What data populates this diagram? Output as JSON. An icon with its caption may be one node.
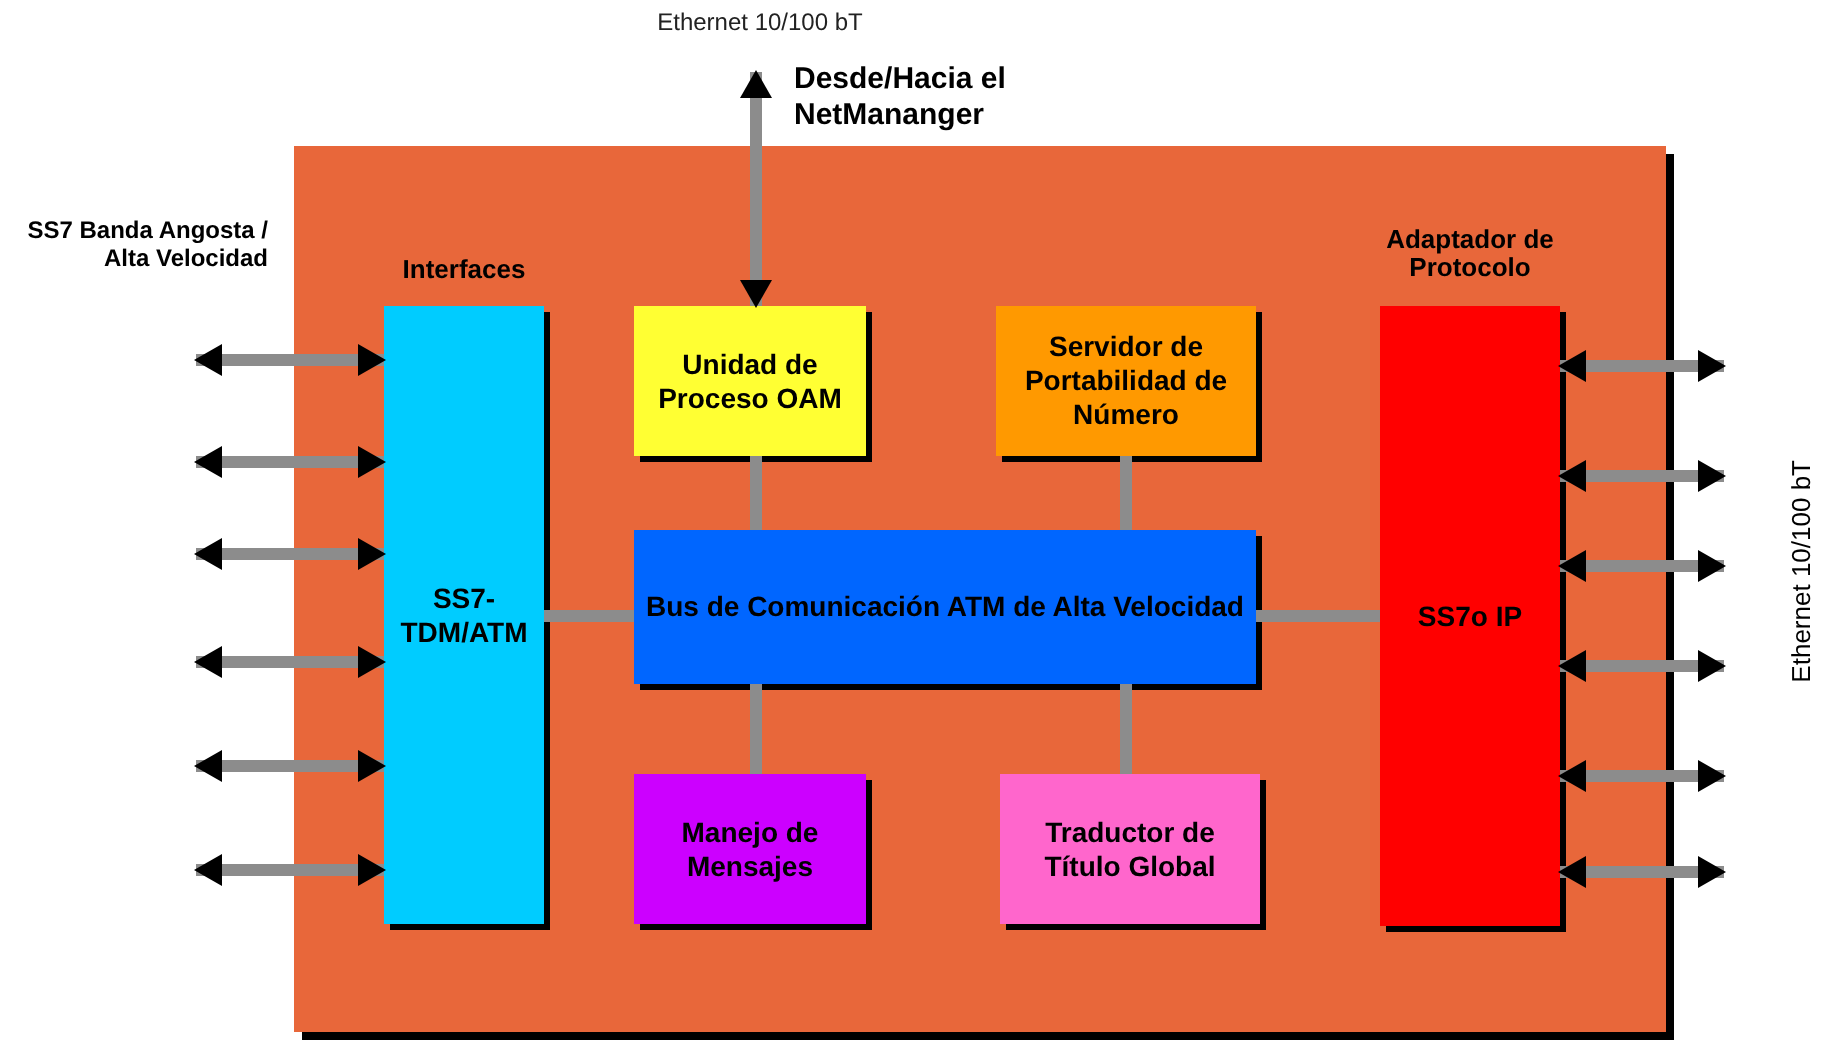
{
  "diagram": {
    "nodes": [
      {
        "text": [],
        "shape": "box"
      },
      {
        "text": [
          "Interfaces",
          "SS7-TDM/ATM"
        ],
        "in": 0
      },
      {
        "text": [
          "Unidad de Proceso OAM"
        ],
        "in": 0
      },
      {
        "text": [
          "Servidor de Portabilidad de Número"
        ],
        "in": 0
      },
      {
        "text": [
          "Adaptador de Protocolo",
          "SS7o IP"
        ],
        "in": 0
      },
      {
        "text": [
          "Bus de Comunicación ATM de Alta Velocidad"
        ],
        "in": 0
      },
      {
        "text": [
          "Manejo de Mensajes"
        ],
        "in": 0
      },
      {
        "text": [
          "Traductor de Título Global"
        ],
        "in": 0
      }
    ],
    "edges": [
      {
        "from": null,
        "to": 1,
        "arrow": "both"
      },
      {
        "from": null,
        "to": 1,
        "arrow": "both"
      },
      {
        "from": null,
        "to": 1,
        "arrow": "both"
      },
      {
        "from": null,
        "to": 1,
        "arrow": "both"
      },
      {
        "from": null,
        "to": 1,
        "arrow": "both"
      },
      {
        "from": null,
        "to": 1,
        "arrow": "both"
      },
      {
        "from": 2,
        "to": null,
        "arrow": "both"
      },
      {
        "from": 1,
        "to": 5,
        "arrow": "none"
      },
      {
        "from": 2,
        "to": 5,
        "arrow": "none"
      },
      {
        "from": 3,
        "to": 5,
        "arrow": "none"
      },
      {
        "from": 5,
        "to": 4,
        "arrow": "none"
      },
      {
        "from": 5,
        "to": 6,
        "arrow": "none"
      },
      {
        "from": 5,
        "to": 7,
        "arrow": "none"
      },
      {
        "from": 4,
        "to": null,
        "arrow": "both"
      },
      {
        "from": 4,
        "to": null,
        "arrow": "both"
      },
      {
        "from": 4,
        "to": null,
        "arrow": "both"
      },
      {
        "from": 4,
        "to": null,
        "arrow": "both"
      },
      {
        "from": 4,
        "to": null,
        "arrow": "both"
      },
      {
        "from": 4,
        "to": null,
        "arrow": "both"
      }
    ],
    "labels": [
      "Ethernet 10/100 bT",
      "Desde/Hacia el NetMananger",
      "SS7 Banda Angosta / Alta Velocidad",
      "Ethernet 10/100 bT"
    ]
  }
}
